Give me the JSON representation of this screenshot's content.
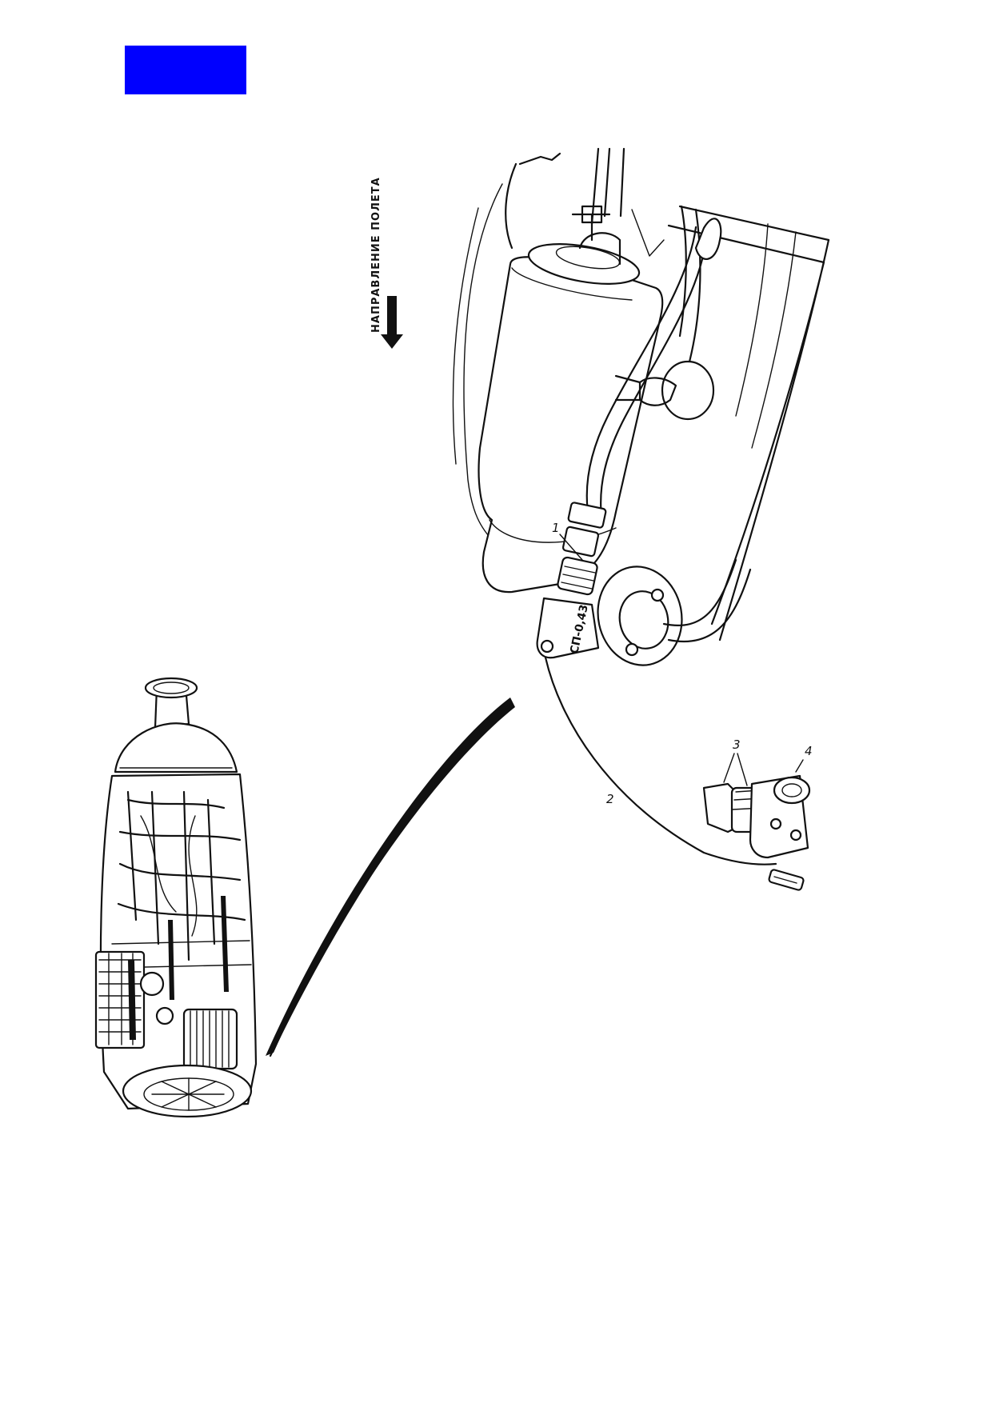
{
  "header": {
    "tab_color": "#0000ff"
  },
  "figure": {
    "flight_direction_label": "НАПРАВЛЕНИЕ ПОЛЕТА",
    "part_marking": "СП-0,43",
    "callouts": [
      "1",
      "2",
      "3",
      "4"
    ]
  },
  "colors": {
    "ink": "#111111",
    "paper": "#ffffff"
  }
}
